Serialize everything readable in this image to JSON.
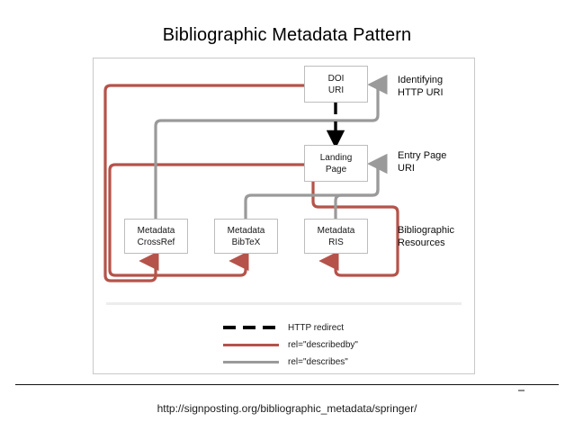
{
  "slide": {
    "title": "Bibliographic Metadata Pattern",
    "footer_url": "http://signposting.org/bibliographic_metadata/springer/",
    "page_mark": ""
  },
  "colors": {
    "describedby_red": "#b5534a",
    "describes_gray": "#9a9a9a",
    "redirect_black": "#000000",
    "box_border": "#bdbdbd",
    "frame_border": "#c9c9c9",
    "background": "#ffffff"
  },
  "diagram": {
    "nodes": [
      {
        "id": "doi-uri",
        "line1": "DOI",
        "line2": "URI"
      },
      {
        "id": "landing-page",
        "line1": "Landing",
        "line2": "Page"
      },
      {
        "id": "metadata-crossref",
        "line1": "Metadata",
        "line2": "CrossRef"
      },
      {
        "id": "metadata-bibtex",
        "line1": "Metadata",
        "line2": "BibTeX"
      },
      {
        "id": "metadata-ris",
        "line1": "Metadata",
        "line2": "RIS"
      }
    ],
    "side_labels": [
      {
        "id": "identifying-http-uri",
        "line1": "Identifying",
        "line2": "HTTP URI"
      },
      {
        "id": "entry-page-uri",
        "line1": "Entry Page",
        "line2": "URI"
      },
      {
        "id": "bibliographic-resources",
        "line1": "Bibliographic",
        "line2": "Resources"
      }
    ]
  },
  "legend": {
    "items": [
      {
        "id": "http-redirect",
        "style": "dashed",
        "label": "HTTP redirect"
      },
      {
        "id": "rel-describedby",
        "style": "red",
        "label": "rel=\"describedby\""
      },
      {
        "id": "rel-describes",
        "style": "gray",
        "label": "rel=\"describes\""
      }
    ]
  }
}
